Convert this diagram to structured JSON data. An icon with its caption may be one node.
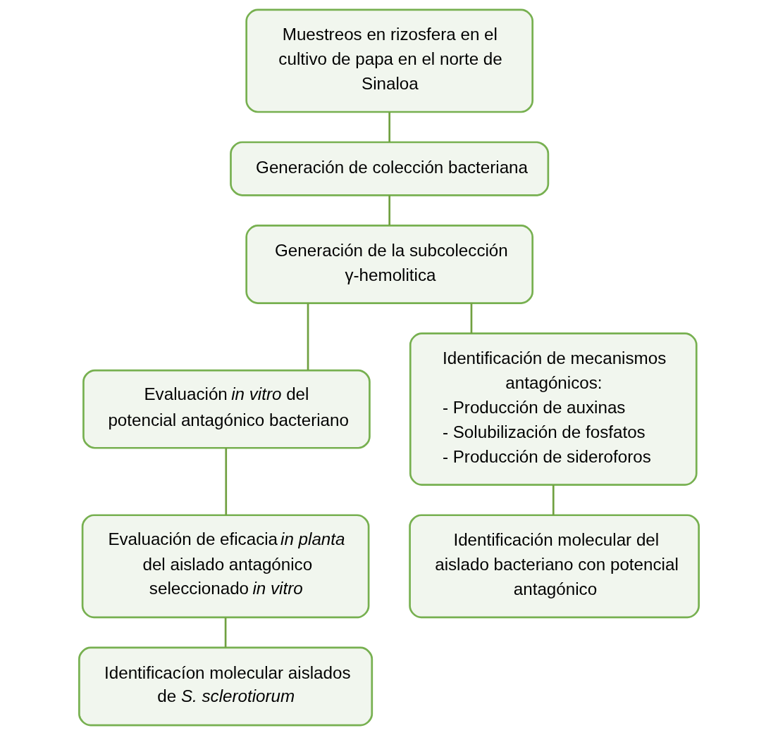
{
  "diagram": {
    "nodes": [
      {
        "text": [
          "Muestreos en rizosfera en el cultivo de papa en el norte de Sinaloa"
        ]
      },
      {
        "text": [
          "Generación de colección bacteriana"
        ]
      },
      {
        "text": [
          "Generación de la subcolección γ-hemolitica"
        ]
      },
      {
        "text": [
          "Evaluación *in vitro* del potencial antagónico bacteriano"
        ]
      },
      {
        "text": [
          "Identificación de mecanismos antagónicos:",
          "- Producción de auxinas",
          "- Solubilización de fosfatos",
          "- Producción de sideroforos"
        ]
      },
      {
        "text": [
          "Evaluación de eficacia *in planta* del aislado antagónico seleccionado *in vitro*"
        ]
      },
      {
        "text": [
          "Identificacíon molecular aislados de *S. sclerotiorum*"
        ]
      },
      {
        "text": [
          "Identificación molecular del aislado bacteriano con potencial antagónico"
        ]
      }
    ],
    "edges": [
      {
        "from": 0,
        "to": 1,
        "arrow": "none"
      },
      {
        "from": 1,
        "to": 2,
        "arrow": "none"
      },
      {
        "from": 2,
        "to": 3,
        "arrow": "none"
      },
      {
        "from": 2,
        "to": 4,
        "arrow": "none"
      },
      {
        "from": 3,
        "to": 5,
        "arrow": "none"
      },
      {
        "from": 5,
        "to": 6,
        "arrow": "none"
      },
      {
        "from": 4,
        "to": 7,
        "arrow": "none"
      }
    ]
  }
}
